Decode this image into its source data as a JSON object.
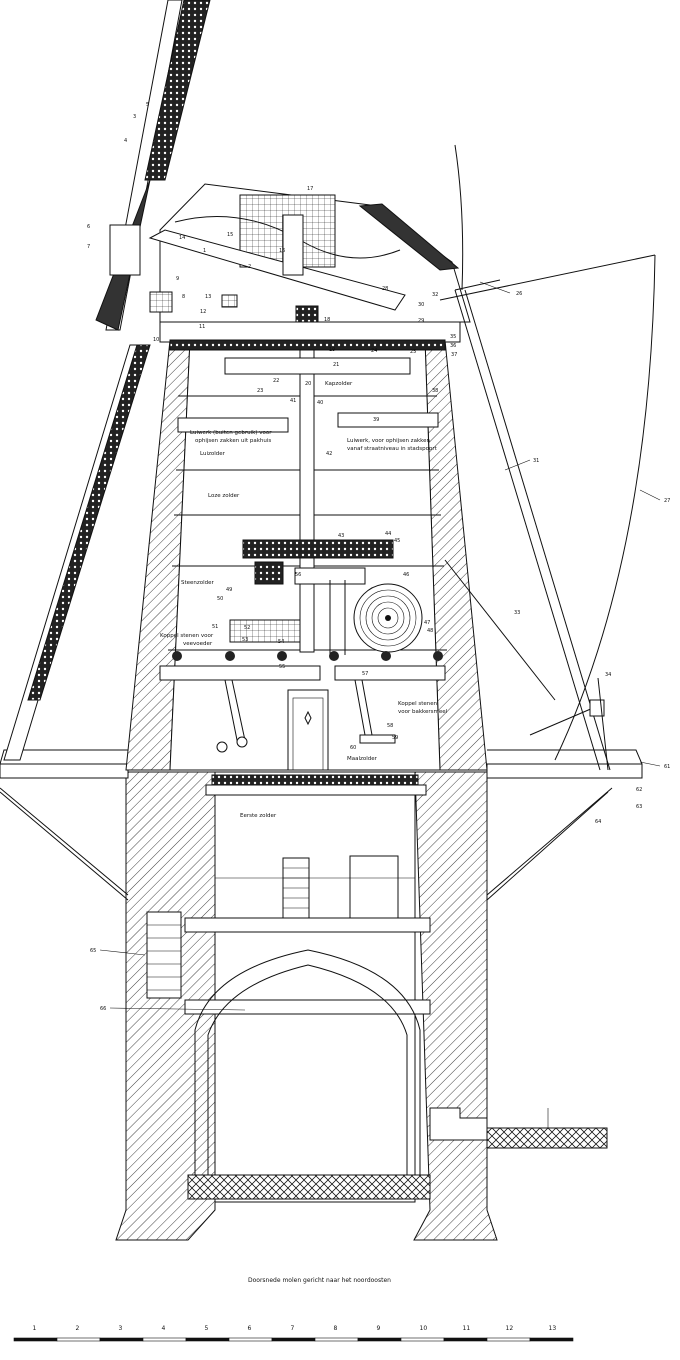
{
  "caption": "Doorsnede molen gericht naar het noordoosten",
  "floors": {
    "kapzolder": "Kapzolder",
    "luizolder": "Luizolder",
    "loze_zolder": "Loze zolder",
    "steenzolder": "Steenzolder",
    "maalzolder": "Maalzolder",
    "eerste_zolder": "Eerste zolder"
  },
  "annotations": {
    "luiwerk_left_1": "Luiwerk (buiten gebruik) voor",
    "luiwerk_left_2": "ophijsen zakken uit pakhuis",
    "luiwerk_right_1": "Luiwerk, voor ophijsen zakken",
    "luiwerk_right_2": "vanaf straatniveau in stadspoort",
    "koppel_vee_1": "Koppel stenen voor",
    "koppel_vee_2": "veevoeder",
    "koppel_bak_1": "Koppel stenen",
    "koppel_bak_2": "voor bakkersmeel"
  },
  "callouts": [
    "1",
    "2",
    "3",
    "4",
    "5",
    "6",
    "7",
    "8",
    "9",
    "10",
    "11",
    "12",
    "13",
    "14",
    "15",
    "16",
    "17",
    "18",
    "19",
    "20",
    "21",
    "22",
    "23",
    "24",
    "25",
    "26",
    "27",
    "28",
    "29",
    "30",
    "31",
    "32",
    "33",
    "34",
    "35",
    "36",
    "37",
    "38",
    "39",
    "40",
    "41",
    "42",
    "43",
    "44",
    "45",
    "46",
    "47",
    "48",
    "49",
    "50",
    "51",
    "52",
    "53",
    "54",
    "55",
    "56",
    "57",
    "58",
    "59",
    "60",
    "61",
    "62",
    "63",
    "64",
    "65",
    "66"
  ],
  "scale_numbers": [
    "1",
    "2",
    "3",
    "4",
    "5",
    "6",
    "7",
    "8",
    "9",
    "10",
    "11",
    "12",
    "13"
  ],
  "colors": {
    "line": "#111111",
    "background": "#ffffff"
  }
}
